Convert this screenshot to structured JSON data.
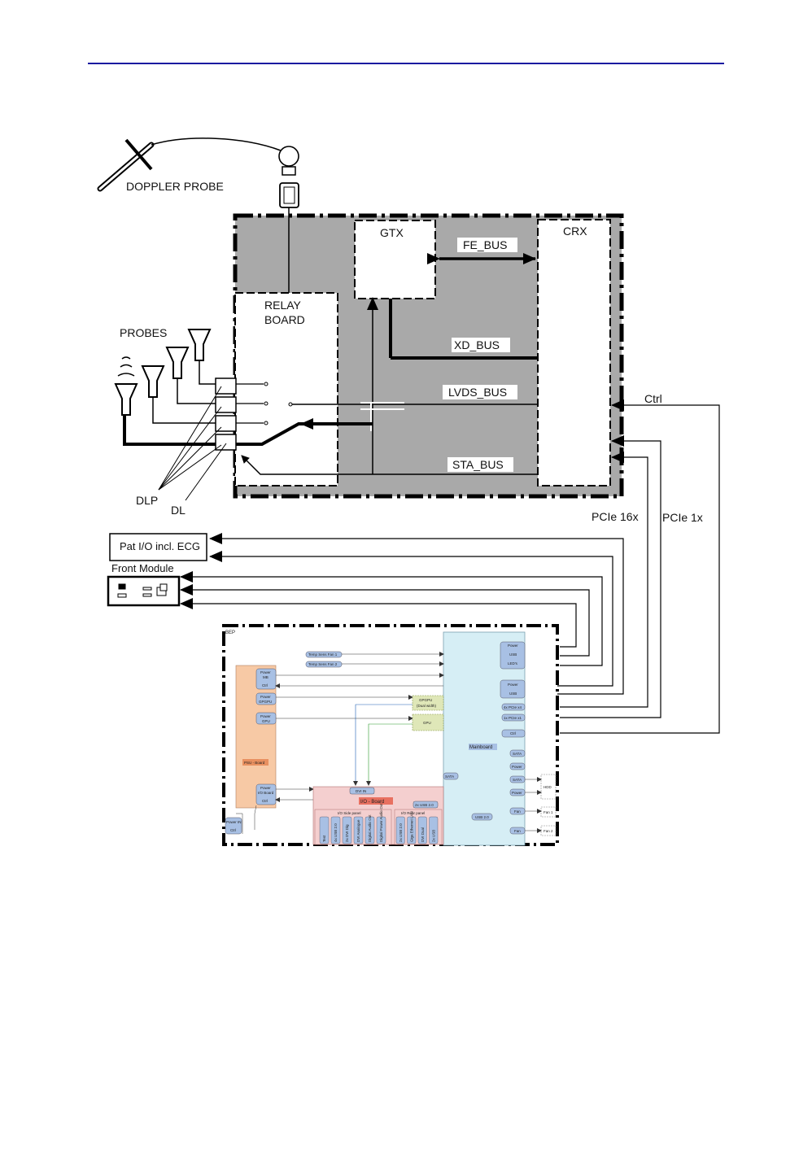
{
  "diagram": {
    "doppler_probe": "DOPPLER PROBE",
    "probes": "PROBES",
    "relay_board": [
      "RELAY",
      "BOARD"
    ],
    "gtx": "GTX",
    "crx": "CRX",
    "buses": {
      "fe": "FE_BUS",
      "xd": "XD_BUS",
      "lvds": "LVDS_BUS",
      "sta": "STA_BUS"
    },
    "dlp": "DLP",
    "dl": "DL",
    "ctrl": "Ctrl",
    "pcie16": "PCIe 16x",
    "pcie1": "PCIe 1x",
    "pat_io": "Pat I/O incl. ECG",
    "front_module": "Front Module",
    "bep": {
      "title": "BEP",
      "temp_fan1": "Temp Sens Fan 1",
      "temp_fan2": "Temp Sens Fan 2",
      "psu": "PSU - Board",
      "psu_power_mb": [
        "Power",
        "MB"
      ],
      "psu_ctrl": "Ctrl",
      "psu_power_gpgpu": [
        "Power",
        "GPGPU"
      ],
      "psu_power_gpu": [
        "Power",
        "GPU"
      ],
      "psu_power_io": [
        "Power",
        "I/O Board"
      ],
      "psu_ctrl2": "Ctrl",
      "gpgpu": [
        "GPGPU",
        "(Dual width)"
      ],
      "gpu": "GPU",
      "mainboard": "Mainboard",
      "mb_power_usb_led": [
        "Power",
        "USB",
        "LED's"
      ],
      "mb_power_usb": [
        "Power",
        "USB"
      ],
      "pcie_x4": "4x PCIe x4",
      "pcie_x1": "1x PCIe x1",
      "mb_ctrl": "Ctrl",
      "sata1": "SATA",
      "power1": "Power",
      "sata2": "SATA",
      "power2": "Power",
      "fan1": "Fan",
      "fan2": "Fan",
      "sata_left": "SATA",
      "usb20": "USB 2.0",
      "hdd": "HDD",
      "fan1_box": "Fan 1",
      "fan2_box": "Fan 2",
      "dvi_in": "DVI IN",
      "io_board": "I/O - Board",
      "usb_2x": "2x USB 2.0",
      "io_side": "I/O Side panel",
      "io_rear": "I/O Rear panel",
      "power_in": [
        "Power IN",
        "Ctrl"
      ],
      "side_ports": [
        "Test",
        "4x USB 2.0",
        "2x DVI Dig",
        "DVI Analogue",
        "Digital Audio Out",
        "Digital Power Audio Out"
      ],
      "rear_ports": [
        "2x USB 2.0",
        "Giga Ethernet LAN",
        "DVI Dual",
        "2x USB"
      ]
    }
  },
  "colors": {
    "shade": "#a9a9a9",
    "psu": "#f7c9a5",
    "gpgpu": "#dfe7b8",
    "mainboard": "#d6eef5",
    "io": "#f4cfcf",
    "chip": "#a8c0e4",
    "rule": "#1a1aa0"
  }
}
